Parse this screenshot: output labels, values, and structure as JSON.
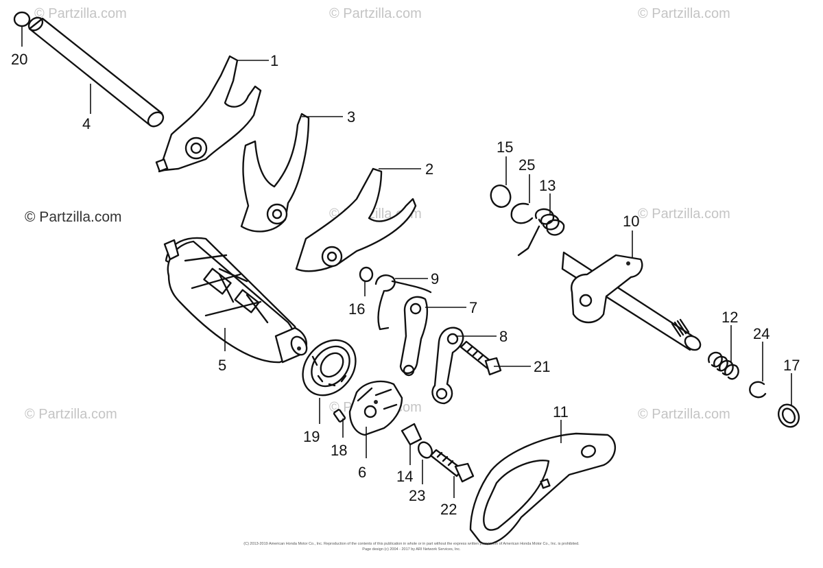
{
  "watermarks": {
    "text": "© Partzilla.com",
    "prominent": "© Partzilla.com"
  },
  "callouts": [
    {
      "id": "1",
      "label": "1"
    },
    {
      "id": "2",
      "label": "2"
    },
    {
      "id": "3",
      "label": "3"
    },
    {
      "id": "4",
      "label": "4"
    },
    {
      "id": "5",
      "label": "5"
    },
    {
      "id": "6",
      "label": "6"
    },
    {
      "id": "7",
      "label": "7"
    },
    {
      "id": "8",
      "label": "8"
    },
    {
      "id": "9",
      "label": "9"
    },
    {
      "id": "10",
      "label": "10"
    },
    {
      "id": "11",
      "label": "11"
    },
    {
      "id": "12",
      "label": "12"
    },
    {
      "id": "13",
      "label": "13"
    },
    {
      "id": "14",
      "label": "14"
    },
    {
      "id": "15",
      "label": "15"
    },
    {
      "id": "16",
      "label": "16"
    },
    {
      "id": "17",
      "label": "17"
    },
    {
      "id": "18",
      "label": "18"
    },
    {
      "id": "19",
      "label": "19"
    },
    {
      "id": "20",
      "label": "20"
    },
    {
      "id": "21",
      "label": "21"
    },
    {
      "id": "22",
      "label": "22"
    },
    {
      "id": "23",
      "label": "23"
    },
    {
      "id": "24",
      "label": "24"
    },
    {
      "id": "25",
      "label": "25"
    }
  ],
  "footer": {
    "line1": "(C) 2013-2019 American Honda Motor Co., Inc. Reproduction of the contents of this publication in whole or in part without the express written permission of American Honda Motor Co., Inc. is prohibited.",
    "line2": "Page design (c) 2004 - 2017 by ARI Network Services, Inc."
  }
}
